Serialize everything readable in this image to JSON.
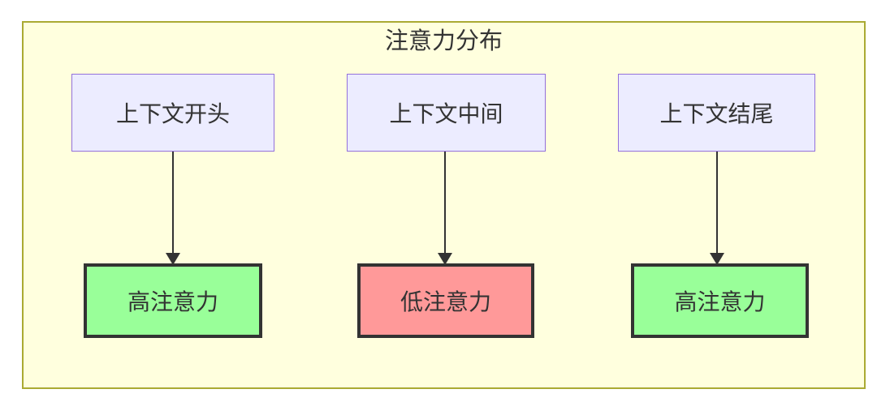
{
  "diagram": {
    "type": "flowchart",
    "title": "注意力分布",
    "columns": [
      {
        "source": {
          "label": "上下文开头"
        },
        "target": {
          "label": "高注意力",
          "level": "high"
        }
      },
      {
        "source": {
          "label": "上下文中间"
        },
        "target": {
          "label": "低注意力",
          "level": "low"
        }
      },
      {
        "source": {
          "label": "上下文结尾"
        },
        "target": {
          "label": "高注意力",
          "level": "high"
        }
      }
    ],
    "edges": [
      {
        "from": "上下文开头",
        "to": "高注意力",
        "style": "arrow-down"
      },
      {
        "from": "上下文中间",
        "to": "低注意力",
        "style": "arrow-down"
      },
      {
        "from": "上下文结尾",
        "to": "高注意力",
        "style": "arrow-down"
      }
    ],
    "colors": {
      "page_background": "#ffffff",
      "cluster_fill": "#ffffde",
      "cluster_border": "#aaaa33",
      "context_node_fill": "#ececff",
      "context_node_border": "#9370db",
      "high_attention_fill": "#99ff99",
      "low_attention_fill": "#ff9999",
      "attention_node_border": "#333333",
      "edge_color": "#333333",
      "text_color": "#333333"
    }
  }
}
